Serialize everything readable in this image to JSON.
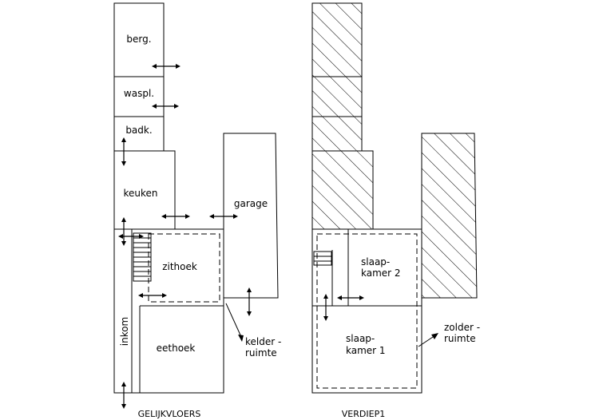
{
  "floors": [
    {
      "label": "GELIJKVLOERS",
      "rooms": [
        {
          "key": "berg",
          "label": "berg."
        },
        {
          "key": "waspl",
          "label": "waspl."
        },
        {
          "key": "badk",
          "label": "badk."
        },
        {
          "key": "keuken",
          "label": "keuken"
        },
        {
          "key": "garage",
          "label": "garage"
        },
        {
          "key": "zithoek",
          "label": "zithoek"
        },
        {
          "key": "inkom",
          "label": "inkom"
        },
        {
          "key": "eethoek",
          "label": "eethoek"
        }
      ],
      "annotation": [
        "kelder -",
        "ruimte"
      ]
    },
    {
      "label": "VERDIEP1",
      "rooms": [
        {
          "key": "slaapkamer2",
          "label": [
            "slaap-",
            "kamer 2"
          ]
        },
        {
          "key": "slaapkamer1",
          "label": [
            "slaap-",
            "kamer 1"
          ]
        }
      ],
      "annotation": [
        "zolder -",
        "ruimte"
      ]
    }
  ]
}
